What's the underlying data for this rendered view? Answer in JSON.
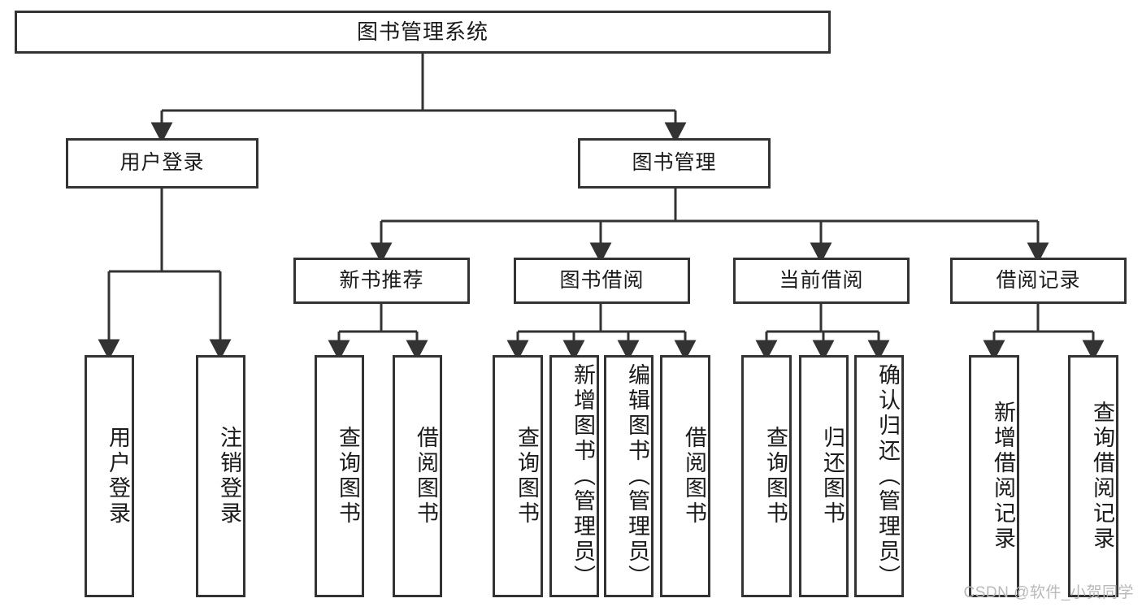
{
  "diagram": {
    "title": "图书管理系统",
    "type": "tree",
    "watermark": "CSDN @软件_小贺同学",
    "colors": {
      "stroke": "#333333",
      "fill": "#ffffff",
      "text": "#1a1a1a",
      "watermark": "#b9b9b9"
    },
    "nodes": {
      "root": "图书管理系统",
      "level2": {
        "user_login": "用户登录",
        "book_manage": "图书管理"
      },
      "level3": {
        "new_book_rec": "新书推荐",
        "book_borrow": "图书借阅",
        "current_borrow": "当前借阅",
        "borrow_record": "借阅记录"
      },
      "leaves": {
        "user_login_1": "用户登录",
        "user_login_2": "注销登录",
        "new_book_rec_1": "查询图书",
        "new_book_rec_2": "借阅图书",
        "book_borrow_1": "查询图书",
        "book_borrow_2": "新增图书（管理员）",
        "book_borrow_3": "编辑图书（管理员）",
        "book_borrow_4": "借阅图书",
        "current_borrow_1": "查询图书",
        "current_borrow_2": "归还图书",
        "current_borrow_3": "确认归还（管理员）",
        "borrow_record_1": "新增借阅记录",
        "borrow_record_2": "查询借阅记录"
      }
    }
  }
}
